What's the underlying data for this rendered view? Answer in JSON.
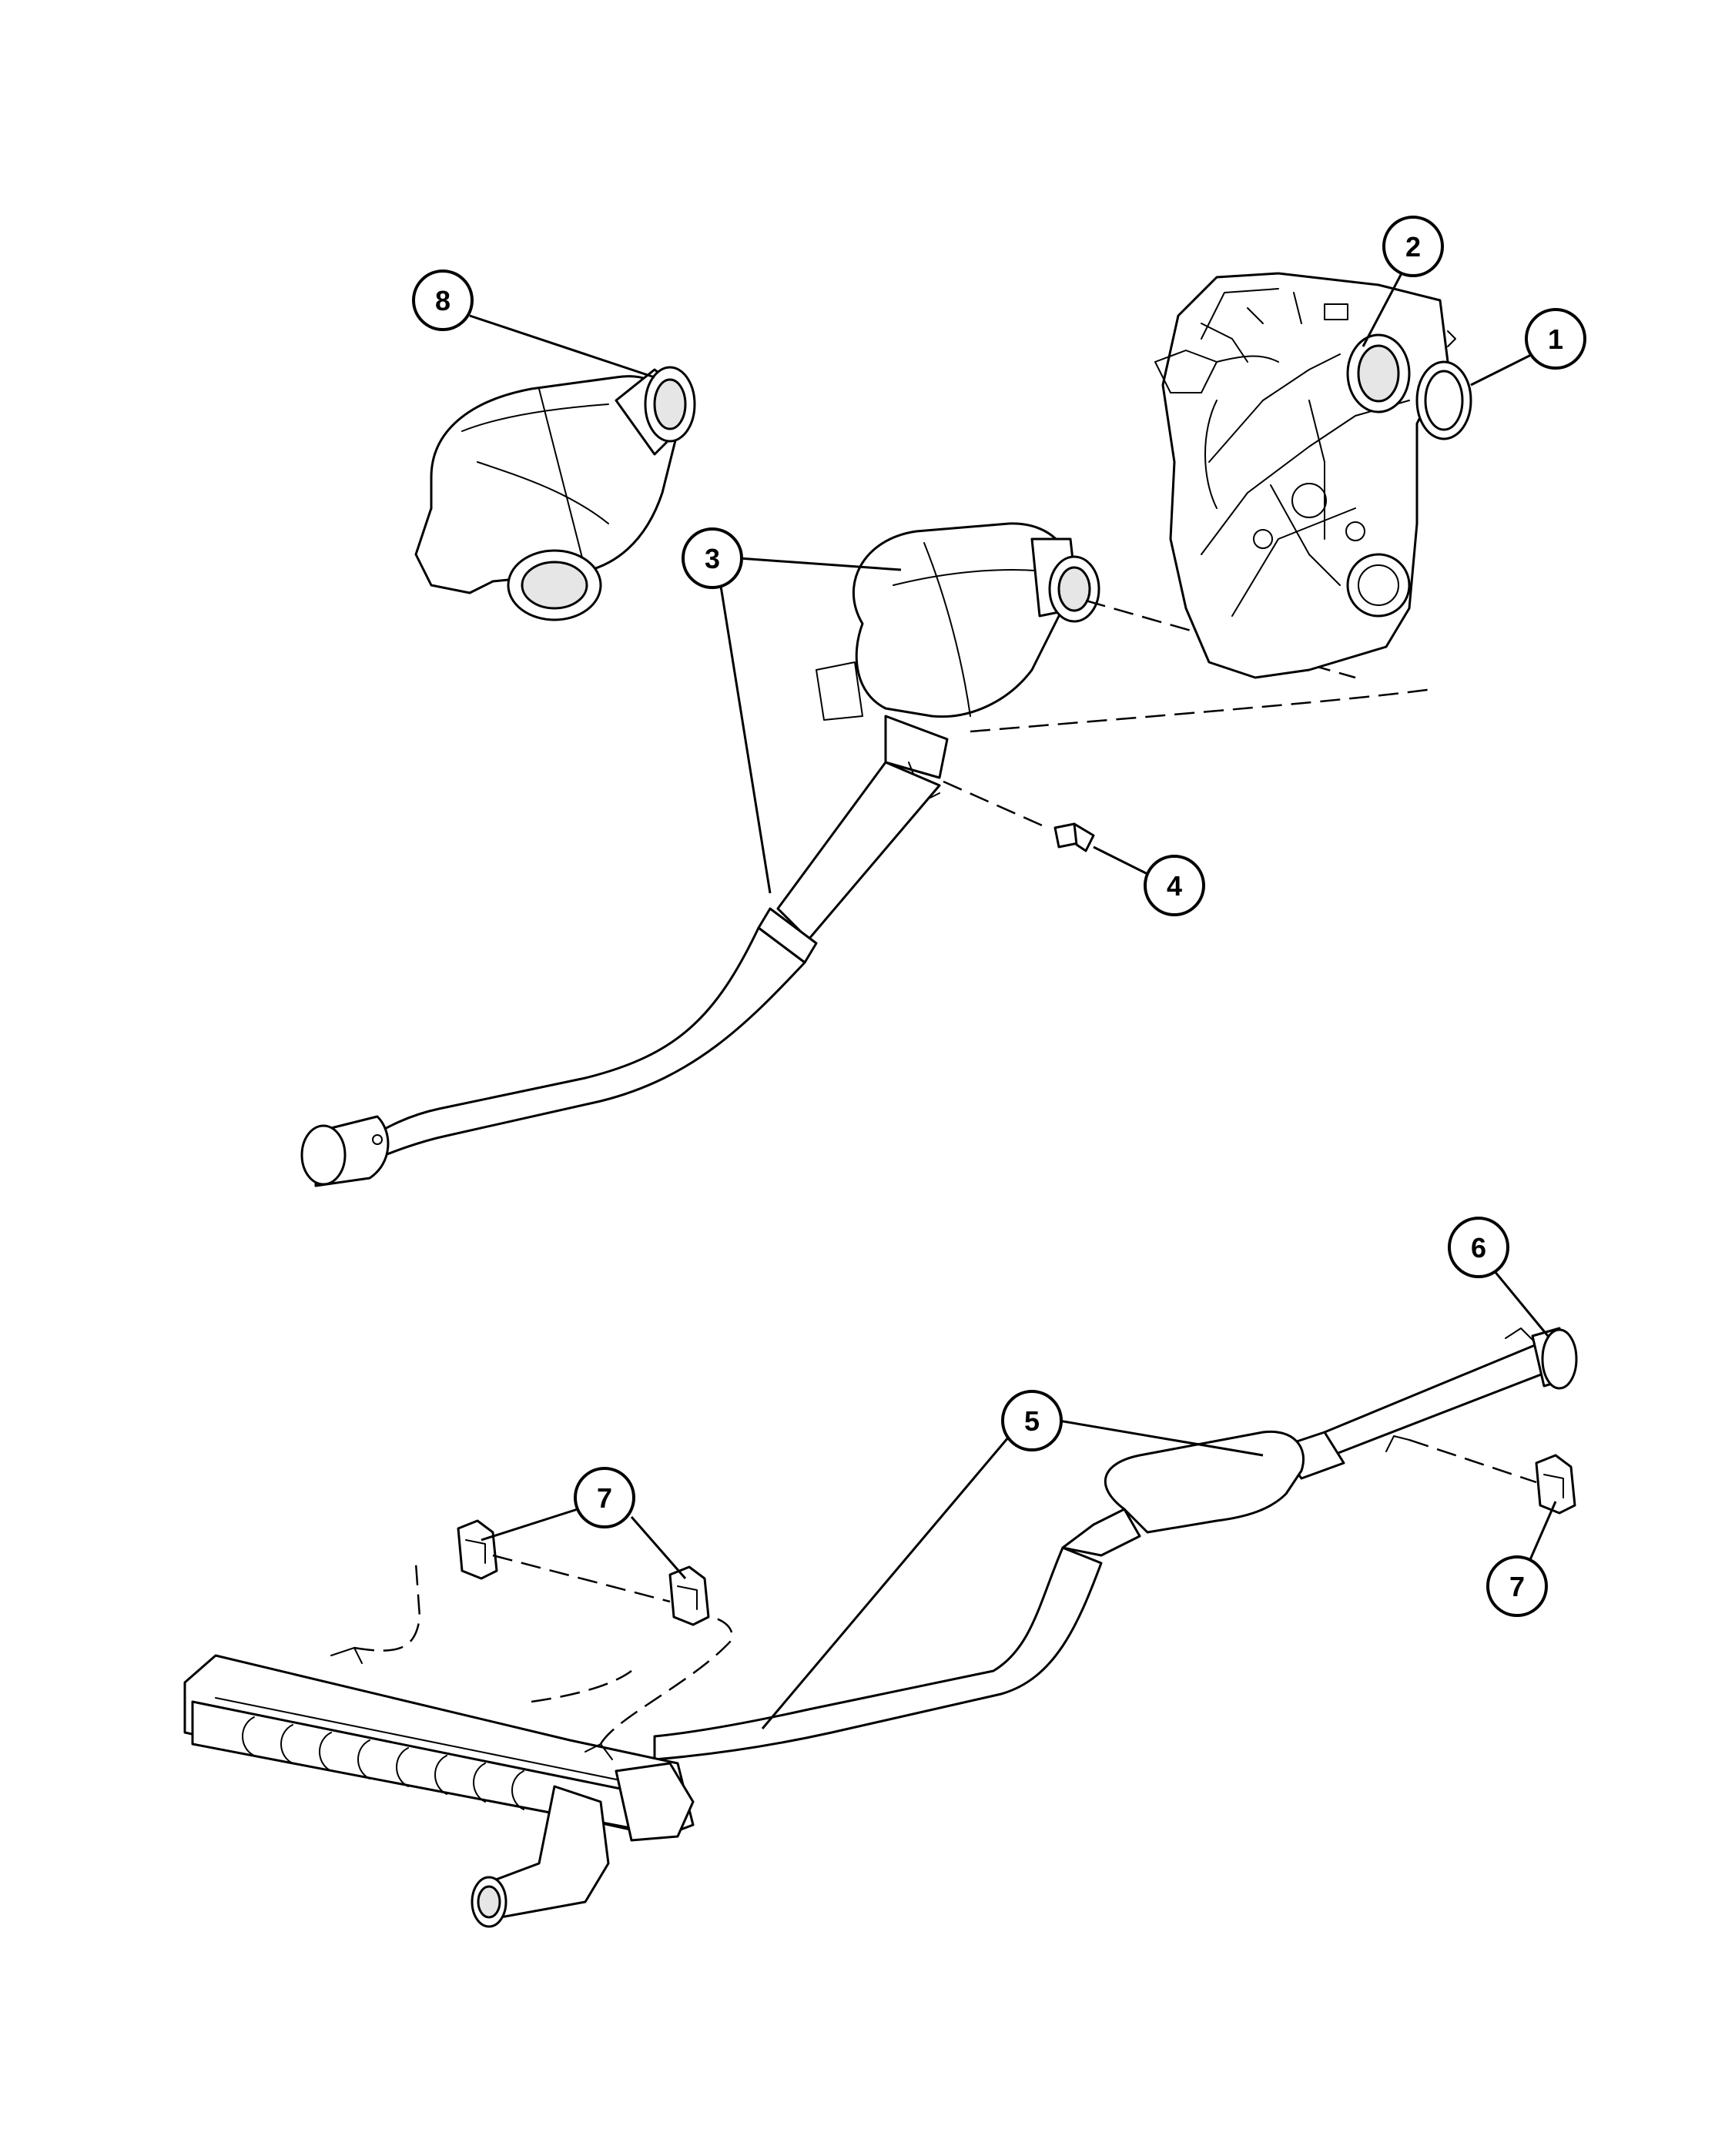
{
  "callouts": [
    {
      "id": "1",
      "label": "1"
    },
    {
      "id": "2",
      "label": "2"
    },
    {
      "id": "3",
      "label": "3"
    },
    {
      "id": "4",
      "label": "4"
    },
    {
      "id": "5",
      "label": "5"
    },
    {
      "id": "6",
      "label": "6"
    },
    {
      "id": "7a",
      "label": "7"
    },
    {
      "id": "7b",
      "label": "7"
    },
    {
      "id": "8",
      "label": "8"
    }
  ]
}
